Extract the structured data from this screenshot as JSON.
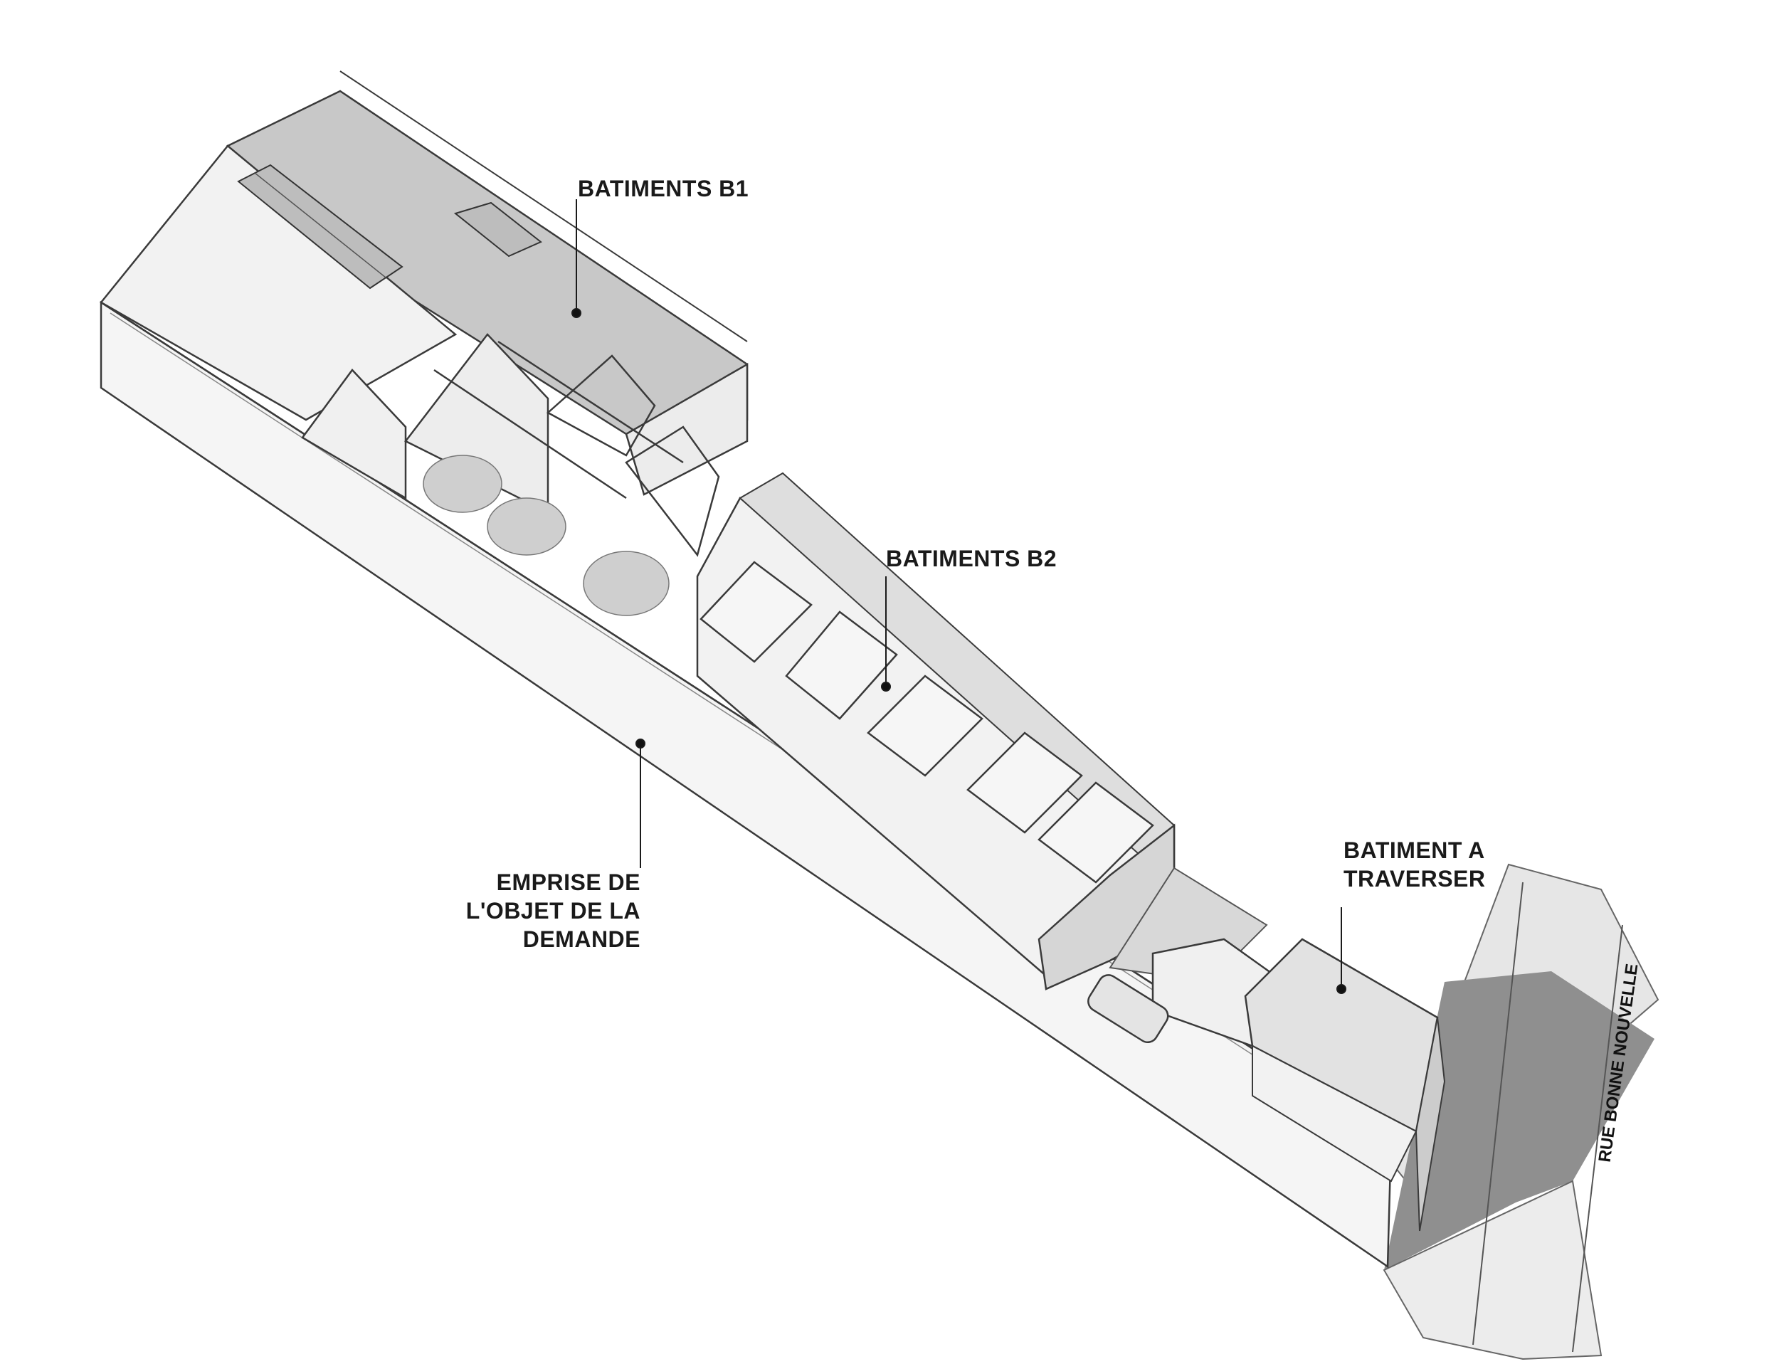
{
  "labels": {
    "b1": "BATIMENTS B1",
    "b2": "BATIMENTS B2",
    "a_line1": "BATIMENT A",
    "a_line2": "TRAVERSER",
    "emprise_line1": "EMPRISE DE",
    "emprise_line2": "L'OBJET DE LA",
    "emprise_line3": "DEMANDE",
    "street": "RUE BONNE NOUVELLE"
  },
  "colors": {
    "roof_b1": "#c8c8c8",
    "roof_light": "#dedede",
    "wall": "#f4f4f4",
    "street_shadow": "#8f8f8f",
    "street_light": "#e8e8e8",
    "line": "#3a3a3a"
  }
}
